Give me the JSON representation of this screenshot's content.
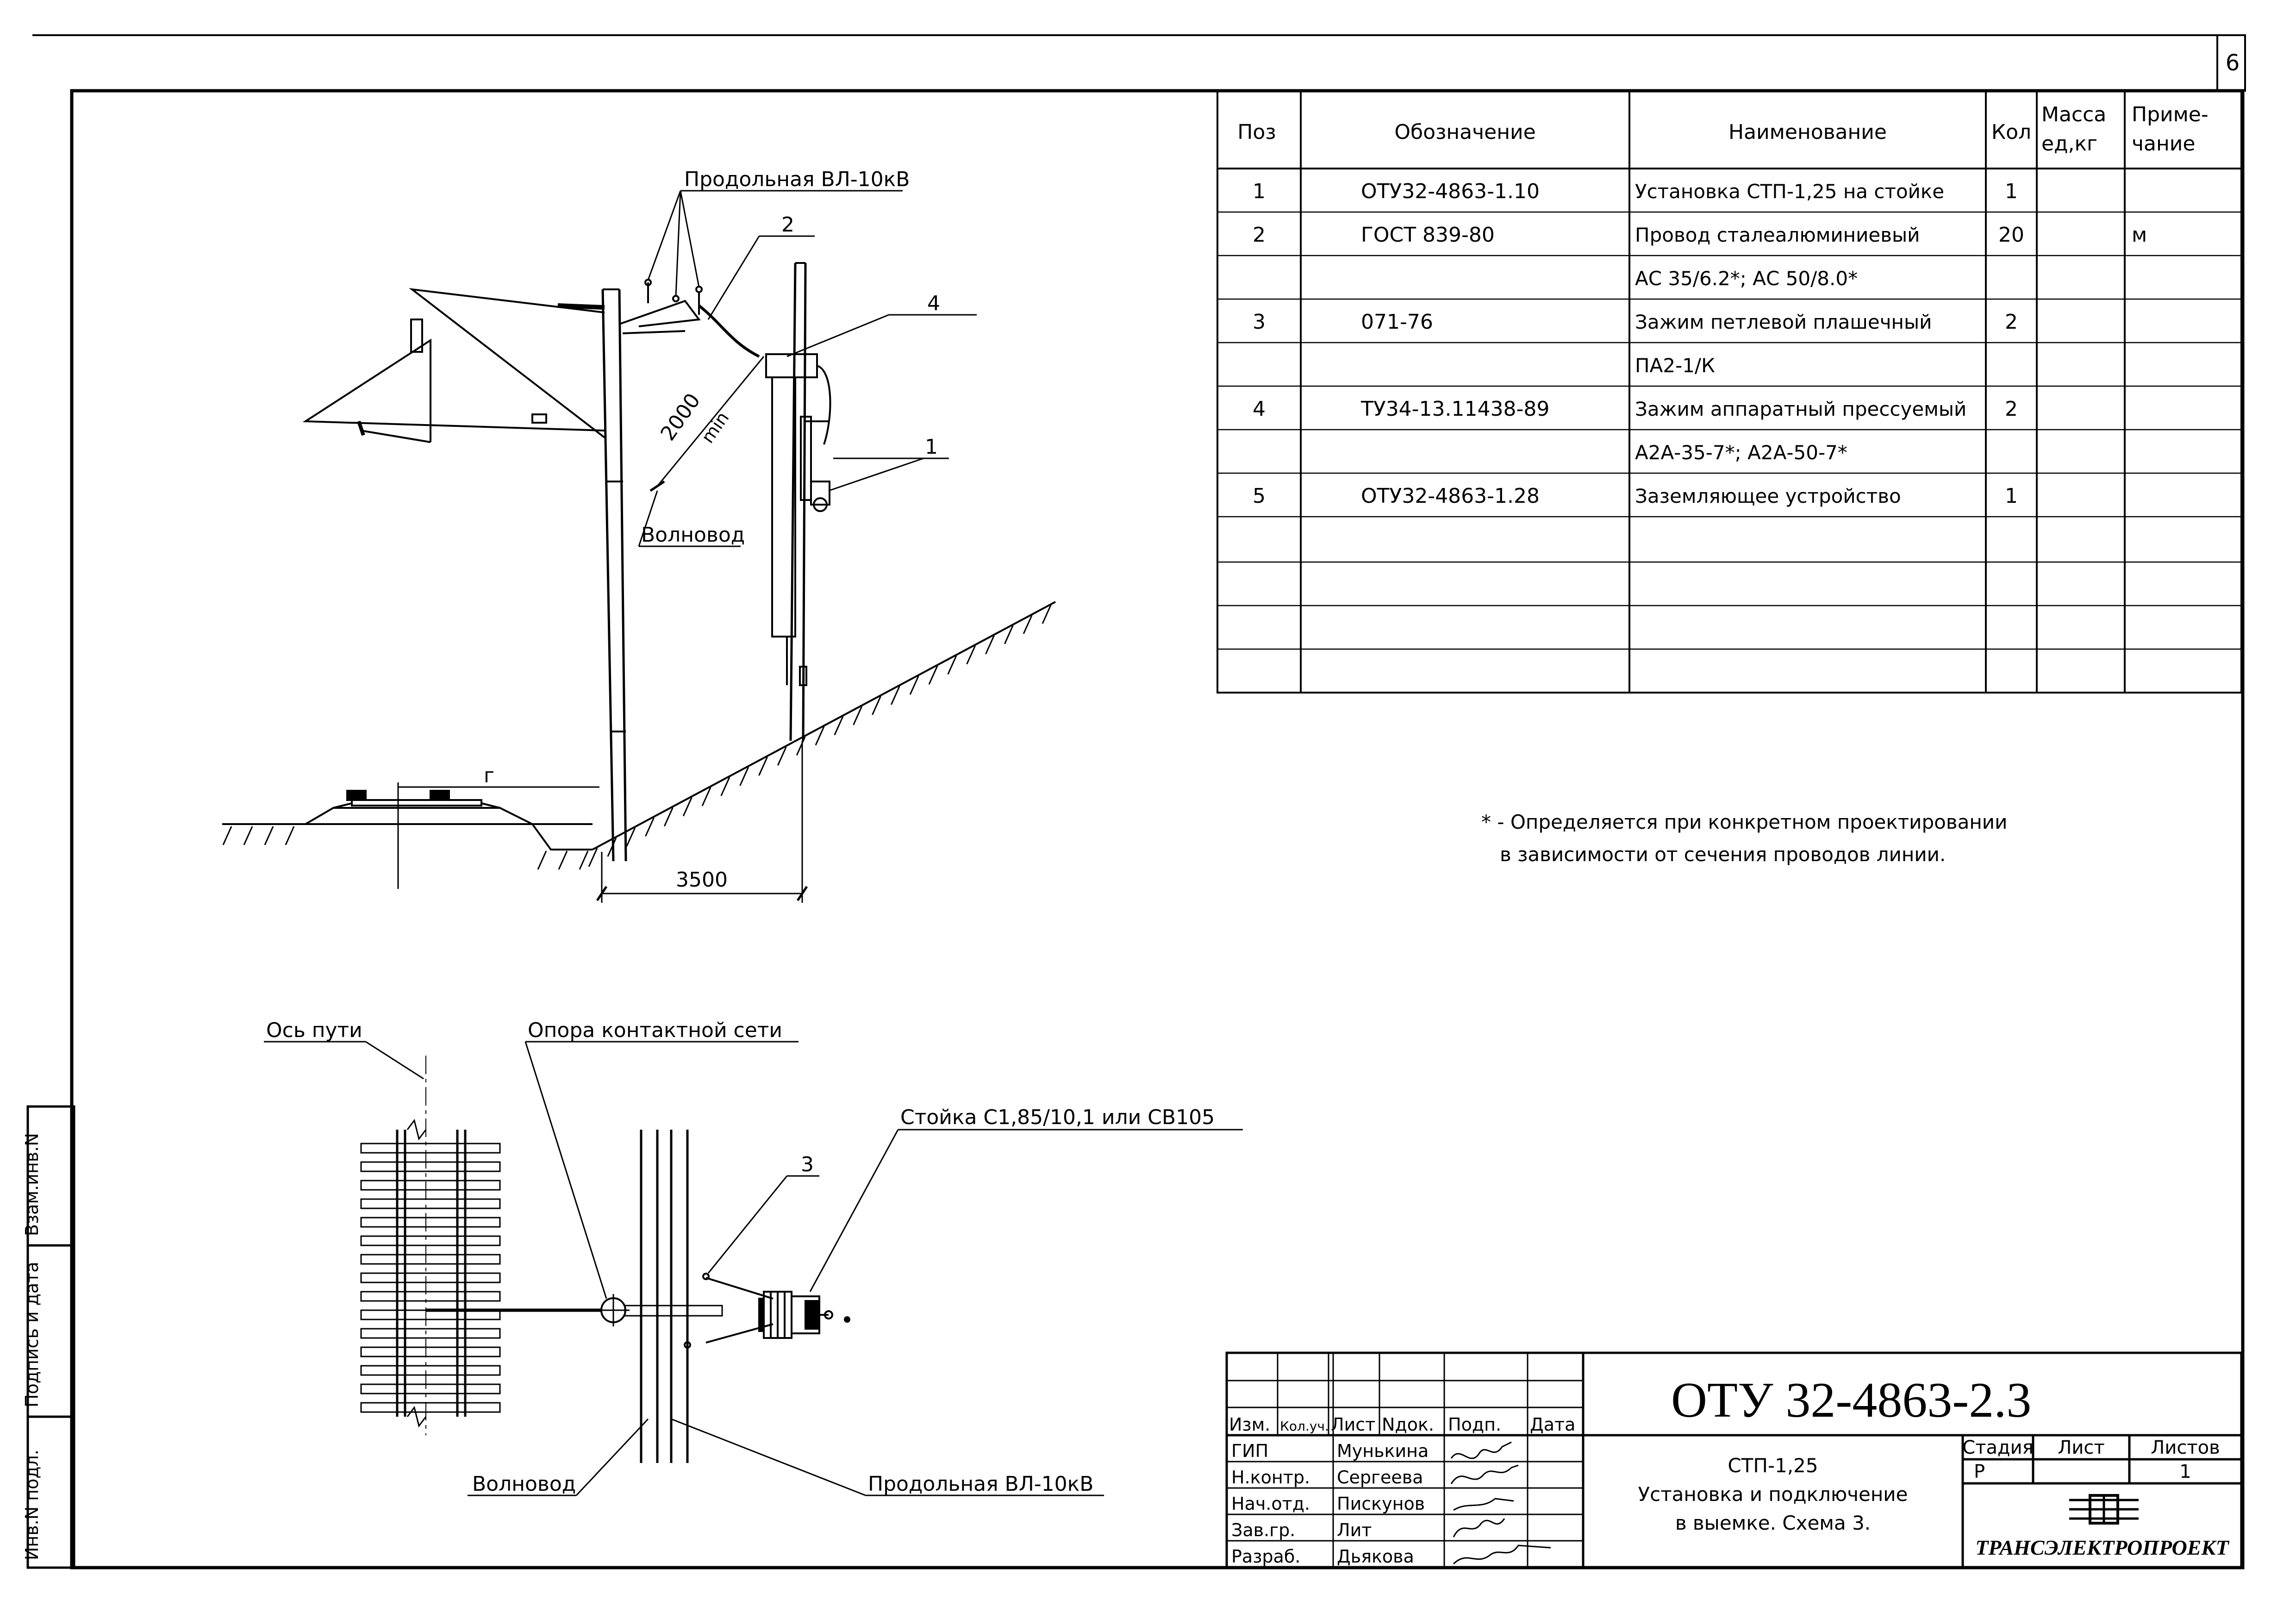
{
  "sheet_number": "6",
  "spec_table": {
    "headers": {
      "pos": "Поз",
      "designation": "Обозначение",
      "name": "Наименование",
      "qty": "Кол",
      "mass_line1": "Масса",
      "mass_line2": "ед,кг",
      "note_line1": "Приме-",
      "note_line2": "чание"
    },
    "rows": [
      {
        "pos": "1",
        "designation": "ОТУ32-4863-1.10",
        "name": "Установка СТП-1,25 на стойке",
        "qty": "1",
        "mass": "",
        "note": ""
      },
      {
        "pos": "2",
        "designation": "ГОСТ 839-80",
        "name": "Провод сталеалюминиевый",
        "qty": "20",
        "mass": "",
        "note": "м"
      },
      {
        "pos": "",
        "designation": "",
        "name": "АС 35/6.2*; АС 50/8.0*",
        "qty": "",
        "mass": "",
        "note": ""
      },
      {
        "pos": "3",
        "designation": "071-76",
        "name": "Зажим петлевой плашечный",
        "qty": "2",
        "mass": "",
        "note": ""
      },
      {
        "pos": "",
        "designation": "",
        "name": "ПА2-1/К",
        "qty": "",
        "mass": "",
        "note": ""
      },
      {
        "pos": "4",
        "designation": "ТУ34-13.11438-89",
        "name": "Зажим аппаратный прессуемый",
        "qty": "2",
        "mass": "",
        "note": ""
      },
      {
        "pos": "",
        "designation": "",
        "name": "А2А-35-7*; А2А-50-7*",
        "qty": "",
        "mass": "",
        "note": ""
      },
      {
        "pos": "5",
        "designation": "ОТУ32-4863-1.28",
        "name": "Заземляющее устройство",
        "qty": "1",
        "mass": "",
        "note": ""
      },
      {
        "pos": "",
        "designation": "",
        "name": "",
        "qty": "",
        "mass": "",
        "note": ""
      },
      {
        "pos": "",
        "designation": "",
        "name": "",
        "qty": "",
        "mass": "",
        "note": ""
      },
      {
        "pos": "",
        "designation": "",
        "name": "",
        "qty": "",
        "mass": "",
        "note": ""
      },
      {
        "pos": "",
        "designation": "",
        "name": "",
        "qty": "",
        "mass": "",
        "note": ""
      }
    ]
  },
  "footnote": {
    "line1": "* - Определяется при конкретном проектировании",
    "line2": "в зависимости от сечения проводов линии."
  },
  "section_view": {
    "label_vl_top": "Продольная ВЛ-10кВ",
    "label_waveguide": "Волновод",
    "label_2000": "2000",
    "label_min": "min",
    "label_r": "г",
    "label_3500": "3500",
    "callout_1": "1",
    "callout_2": "2",
    "callout_4": "4"
  },
  "plan_view": {
    "label_track_axis": "Ось пути",
    "label_catenary_support": "Опора контактной сети",
    "label_stand": "Стойка С1,85/10,1 или СВ105",
    "label_waveguide": "Волновод",
    "label_vl": "Продольная ВЛ-10кВ",
    "callout_3": "3"
  },
  "title_block": {
    "doc_code": "ОТУ 32-4863-2.3",
    "rev_headers": [
      "Изм.",
      "Кол.уч.",
      "Лист",
      "Nдок.",
      "Подп.",
      "Дата"
    ],
    "people": [
      {
        "role": "ГИП",
        "name": "Мунькина"
      },
      {
        "role": "Н.контр.",
        "name": "Сергеева"
      },
      {
        "role": "Нач.отд.",
        "name": "Пискунов"
      },
      {
        "role": "Зав.гр.",
        "name": "Лит"
      },
      {
        "role": "Разраб.",
        "name": "Дьякова"
      }
    ],
    "title_line1": "СТП-1,25",
    "title_line2": "Установка и подключение",
    "title_line3": "в выемке. Схема 3.",
    "stage_label": "Стадия",
    "sheet_label": "Лист",
    "sheets_label": "Листов",
    "stage_value": "Р",
    "sheet_value": "",
    "sheets_value": "1",
    "company": "ТРАНСЭЛЕКТРОПРОЕКТ"
  },
  "side_stamp": {
    "text1": "Инв.N подл.",
    "text2": "Подпись и дата",
    "text3": "Взам.инв.N"
  }
}
